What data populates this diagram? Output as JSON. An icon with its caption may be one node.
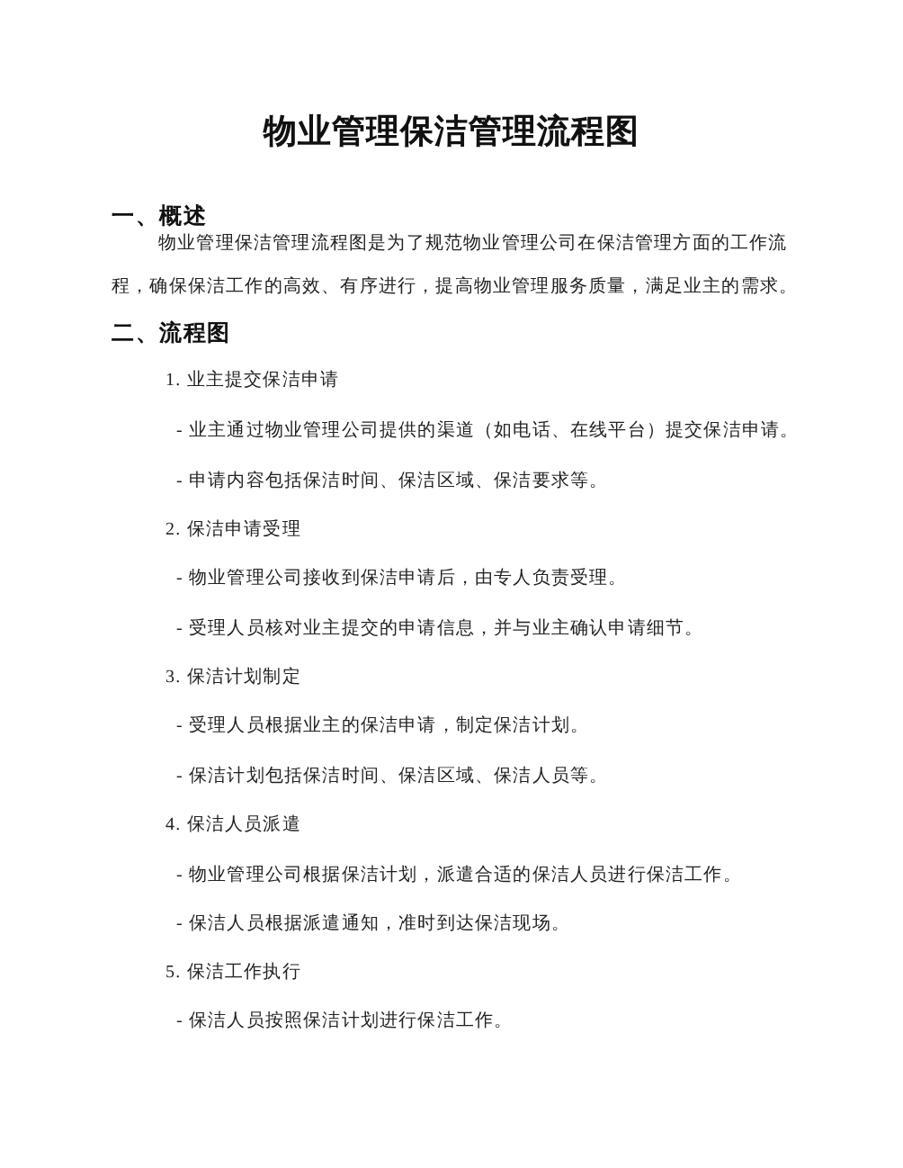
{
  "diagram": {
    "title": "物业管理保洁管理流程图",
    "labels": [
      "一、概述",
      "物业管理保洁管理流程图是为了规范物业管理公司在保洁管理方面的工作流程，确保保洁工作的高效、有序进行，提高物业管理服务质量，满足业主的需求。",
      "二、流程图",
      "1. 业主提交保洁申请",
      "- 业主通过物业管理公司提供的渠道（如电话、在线平台）提交保洁申请。",
      "- 申请内容包括保洁时间、保洁区域、保洁要求等。",
      "2. 保洁申请受理",
      "- 物业管理公司接收到保洁申请后，由专人负责受理。",
      "- 受理人员核对业主提交的申请信息，并与业主确认申请细节。",
      "3. 保洁计划制定",
      "- 受理人员根据业主的保洁申请，制定保洁计划。",
      "- 保洁计划包括保洁时间、保洁区域、保洁人员等。",
      "4. 保洁人员派遣",
      "- 物业管理公司根据保洁计划，派遣合适的保洁人员进行保洁工作。",
      "- 保洁人员根据派遣通知，准时到达保洁现场。",
      "5. 保洁工作执行",
      "- 保洁人员按照保洁计划进行保洁工作。"
    ]
  }
}
